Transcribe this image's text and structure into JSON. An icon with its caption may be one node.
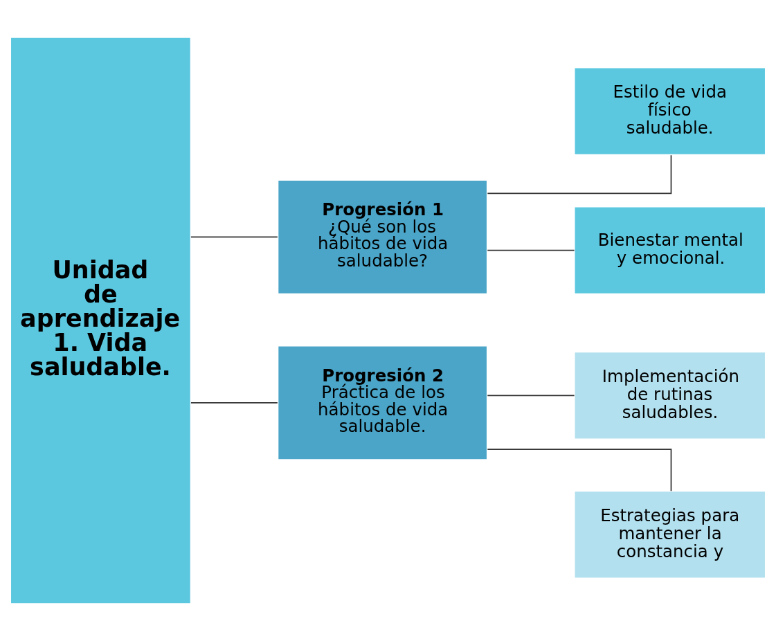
{
  "diagram": {
    "nodes": [
      {
        "text": [
          "Unidad de aprendizaje 1. Vida saludable."
        ]
      },
      {
        "text": [
          "Progresión 1",
          "¿Qué son los hábitos de vida saludable?"
        ]
      },
      {
        "text": [
          "Progresión 2",
          "Práctica de los hábitos de vida saludable."
        ]
      },
      {
        "text": [
          "Estilo de vida físico saludable."
        ]
      },
      {
        "text": [
          "Bienestar mental y emocional."
        ]
      },
      {
        "text": [
          "Implementación de rutinas saludables."
        ]
      },
      {
        "text": [
          "Estrategias para mantener la constancia y"
        ]
      }
    ],
    "edges": [
      {
        "from": 0,
        "to": 1,
        "arrow": "none"
      },
      {
        "from": 0,
        "to": 2,
        "arrow": "none"
      },
      {
        "from": 1,
        "to": 3,
        "arrow": "none"
      },
      {
        "from": 1,
        "to": 4,
        "arrow": "none"
      },
      {
        "from": 2,
        "to": 5,
        "arrow": "none"
      },
      {
        "from": 2,
        "to": 6,
        "arrow": "none"
      }
    ]
  }
}
